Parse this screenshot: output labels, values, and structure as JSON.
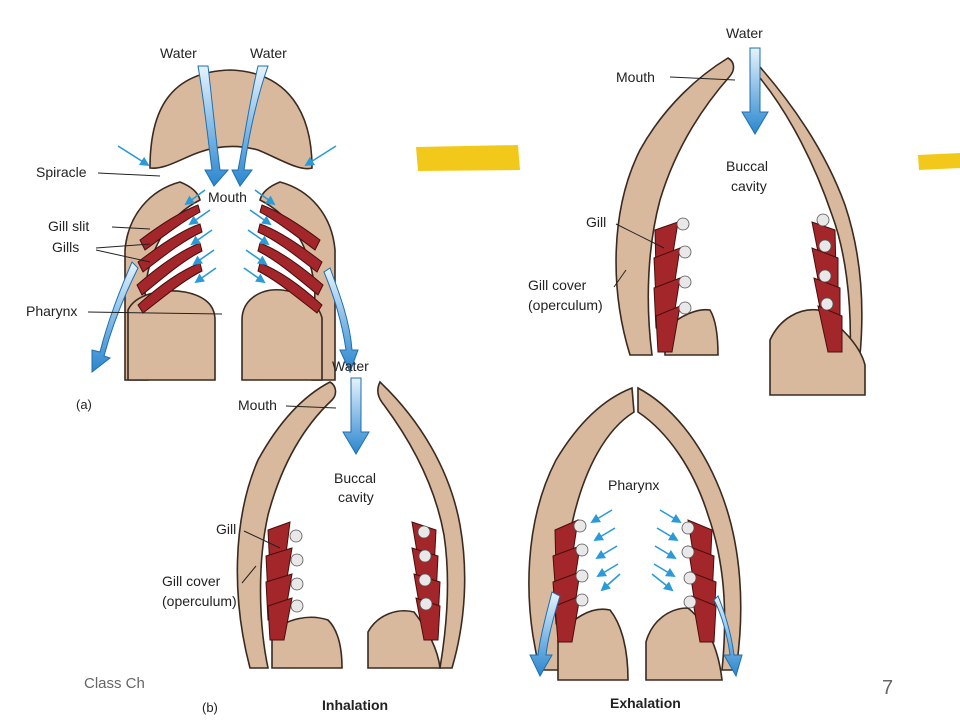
{
  "panel_a": {
    "water_left": "Water",
    "water_right": "Water",
    "spiracle": "Spiracle",
    "mouth": "Mouth",
    "gill_slit": "Gill slit",
    "gills": "Gills",
    "pharynx": "Pharynx",
    "caption": "(a)"
  },
  "panel_top_right": {
    "water": "Water",
    "mouth": "Mouth",
    "buccal_cavity_1": "Buccal",
    "buccal_cavity_2": "cavity",
    "gill": "Gill",
    "gill_cover_1": "Gill cover",
    "gill_cover_2": "(operculum)"
  },
  "panel_b": {
    "water": "Water",
    "mouth": "Mouth",
    "buccal_cavity_1": "Buccal",
    "buccal_cavity_2": "cavity",
    "gill": "Gill",
    "gill_cover_1": "Gill cover",
    "gill_cover_2": "(operculum)",
    "caption": "(b)",
    "inhalation": "Inhalation"
  },
  "panel_exhalation": {
    "pharynx": "Pharynx",
    "exhalation": "Exhalation"
  },
  "footer": {
    "class_text": "Class Ch",
    "page_number": "7"
  },
  "colors": {
    "tissue": "#d9b99e",
    "gill": "#a3262a",
    "water_flow": "#5aa9e0",
    "highlight": "#f2c91a"
  }
}
